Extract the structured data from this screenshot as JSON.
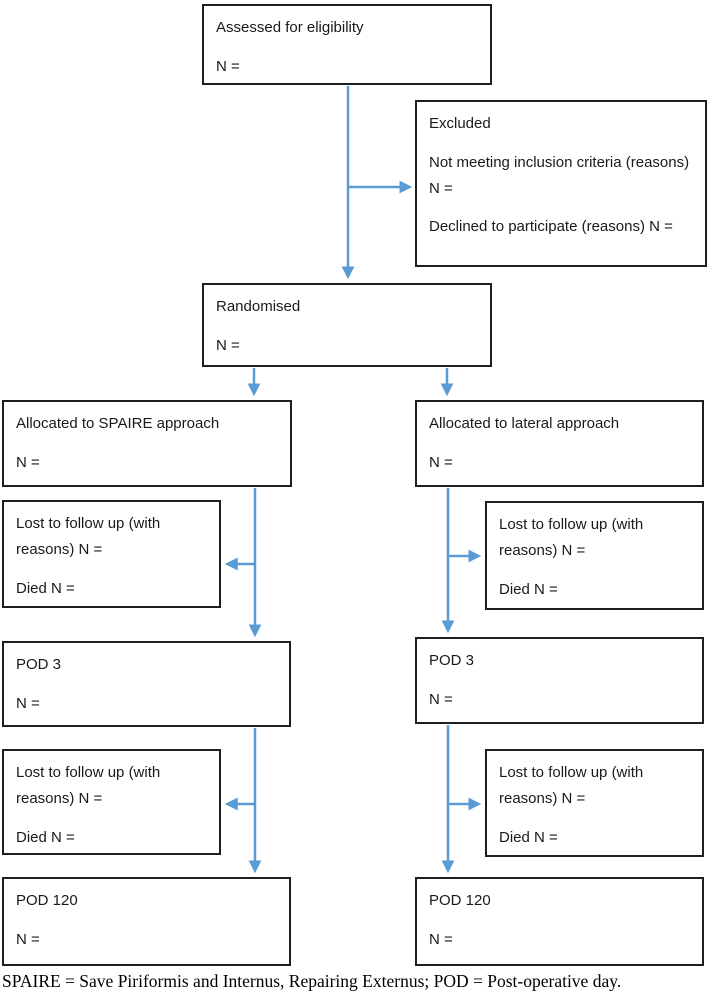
{
  "diagram_type": "consort-flowchart",
  "colors": {
    "arrow": "#5B9BD5",
    "border": "#1f1f1f",
    "text": "#1a1a1a",
    "background": "#ffffff"
  },
  "boxes": {
    "assessed": {
      "lines": [
        "Assessed for eligibility",
        "N ="
      ]
    },
    "excluded": {
      "lines": [
        "Excluded",
        "Not meeting inclusion criteria (reasons) N =",
        "Declined to participate (reasons) N ="
      ]
    },
    "randomised": {
      "lines": [
        "Randomised",
        "N ="
      ]
    },
    "allocated_spaire": {
      "lines": [
        "Allocated to SPAIRE approach",
        "N ="
      ]
    },
    "allocated_lateral": {
      "lines": [
        "Allocated to lateral approach",
        "N ="
      ]
    },
    "lost_spaire_1": {
      "lines": [
        "Lost to follow up (with reasons) N =",
        "Died N ="
      ]
    },
    "lost_lateral_1": {
      "lines": [
        "Lost to follow up (with reasons) N =",
        "Died N ="
      ]
    },
    "pod3_spaire": {
      "lines": [
        "POD 3",
        "N ="
      ]
    },
    "pod3_lateral": {
      "lines": [
        "POD 3",
        "N ="
      ]
    },
    "lost_spaire_2": {
      "lines": [
        "Lost to follow up (with reasons) N =",
        "Died N ="
      ]
    },
    "lost_lateral_2": {
      "lines": [
        "Lost to follow up (with reasons) N =",
        "Died N ="
      ]
    },
    "pod120_spaire": {
      "lines": [
        "POD 120",
        "N ="
      ]
    },
    "pod120_lateral": {
      "lines": [
        "POD 120",
        "N ="
      ]
    }
  },
  "caption": "SPAIRE = Save Piriformis and Internus, Repairing Externus; POD = Post-operative day."
}
